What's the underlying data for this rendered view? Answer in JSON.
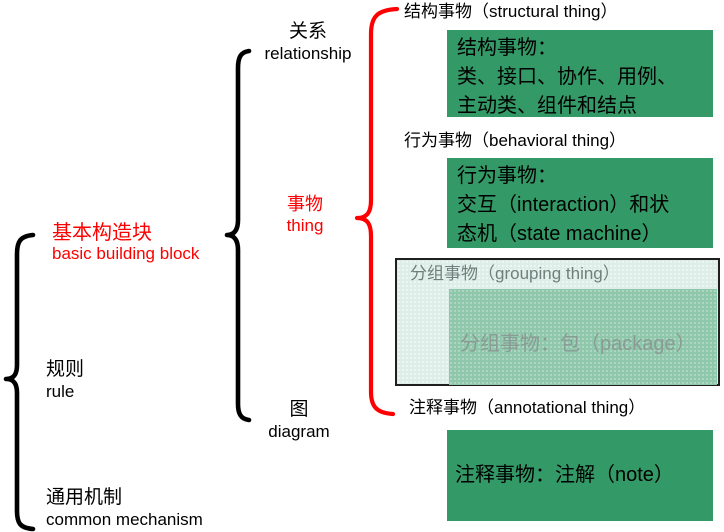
{
  "colors": {
    "accent_red": "#ff0000",
    "box_green": "#339966",
    "faded_box_green": "#8fc7ab",
    "faded_panel_bg": "#ddeee9",
    "faded_header_text": "#6f7f7b",
    "faded_inner_text": "#8a9a95",
    "text_black": "#000000"
  },
  "left_column": {
    "basic_building_block": {
      "zh": "基本构造块",
      "en": "basic building block"
    },
    "rule": {
      "zh": "规则",
      "en": "rule"
    },
    "common_mechanism": {
      "zh": "通用机制",
      "en": "common mechanism"
    }
  },
  "middle_column": {
    "relationship": {
      "zh": "关系",
      "en": "relationship"
    },
    "thing": {
      "zh": "事物",
      "en": "thing"
    },
    "diagram": {
      "zh": "图",
      "en": "diagram"
    }
  },
  "right_column": {
    "sections": [
      {
        "id": "structural",
        "header": "结构事物（structural thing）",
        "box_lines": [
          "结构事物：",
          "类、接口、协作、用例、",
          "主动类、组件和结点"
        ]
      },
      {
        "id": "behavioral",
        "header": "行为事物（behavioral thing）",
        "box_lines": [
          "行为事物：",
          "交互（interaction）和状",
          "态机（state machine）"
        ]
      },
      {
        "id": "grouping",
        "header": "分组事物（grouping thing）",
        "box_lines": [
          "分组事物：包（package）"
        ]
      },
      {
        "id": "annotational",
        "header": "注释事物（annotational thing）",
        "box_lines": [
          "注释事物：注解（note）"
        ]
      }
    ]
  }
}
